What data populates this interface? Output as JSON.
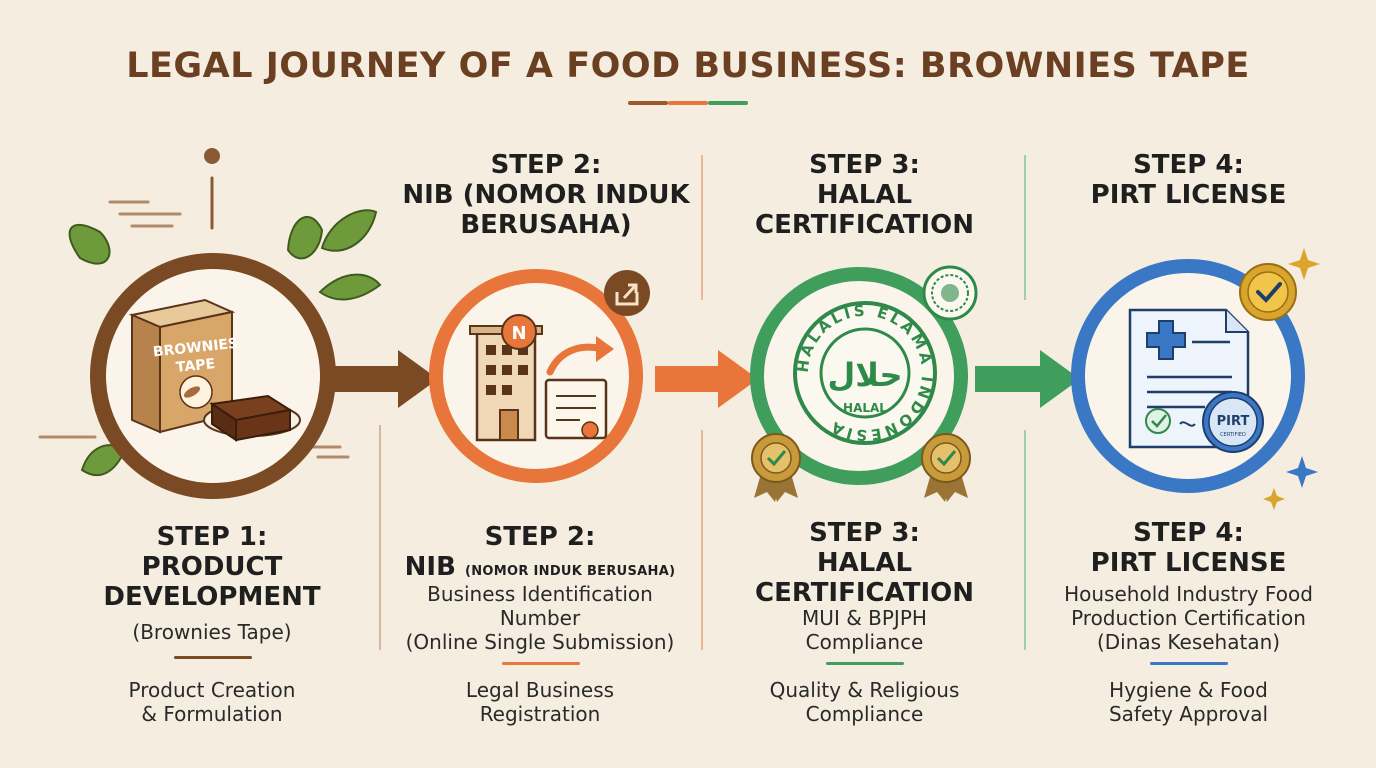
{
  "title": "LEGAL JOURNEY OF A FOOD BUSINESS: BROWNIES TAPE",
  "colors": {
    "background": "#f5ede0",
    "brown": "#7a4a24",
    "orange": "#e8753a",
    "green": "#3f9e5c",
    "blue": "#3a78c6",
    "title": "#6b3f22",
    "gold": "#d9a52c"
  },
  "steps": [
    {
      "top_heading": [],
      "box_text": [
        "BROWNIES",
        "TAPE"
      ],
      "heading_lines": [
        "STEP 1:",
        "PRODUCT",
        "DEVELOPMENT"
      ],
      "sub_lines": [
        "(Brownies Tape)"
      ],
      "bottom_lines": [
        "Product Creation",
        "& Formulation"
      ],
      "icon": "brownies-box-icon"
    },
    {
      "top_heading": [
        "STEP 2:",
        "NIB (NOMOR INDUK",
        "BERUSAHA)"
      ],
      "badge_letter": "N",
      "heading_lines": [
        "STEP 2:"
      ],
      "nib_big": "NIB",
      "nib_small": "(NOMOR INDUK BERUSAHA)",
      "sub_lines": [
        "Business Identification",
        "Number",
        "(Online Single Submission)"
      ],
      "bottom_lines": [
        "Legal Business",
        "Registration"
      ],
      "icon": "office-building-icon"
    },
    {
      "top_heading": [
        "STEP 3:",
        "HALAL",
        "CERTIFICATION"
      ],
      "seal_ring_text": "HALALIS ELAMA INDONESIA",
      "seal_arabic": "حلال",
      "seal_word": "HALAL",
      "heading_lines": [
        "STEP 3:",
        "HALAL",
        "CERTIFICATION"
      ],
      "sub_lines": [
        "MUI & BPJPH",
        "Compliance"
      ],
      "bottom_lines": [
        "Quality & Religious",
        "Compliance"
      ],
      "icon": "halal-seal-icon"
    },
    {
      "top_heading": [
        "STEP 4:",
        "PIRT LICENSE"
      ],
      "pirt_badge": "PIRT",
      "pirt_badge_small": "CERTIFIED",
      "heading_lines": [
        "STEP 4:",
        "PIRT LICENSE"
      ],
      "sub_lines": [
        "Household Industry Food",
        "Production Certification",
        "(Dinas Kesehatan)"
      ],
      "bottom_lines": [
        "Hygiene & Food",
        "Safety Approval"
      ],
      "icon": "certificate-document-icon"
    }
  ]
}
